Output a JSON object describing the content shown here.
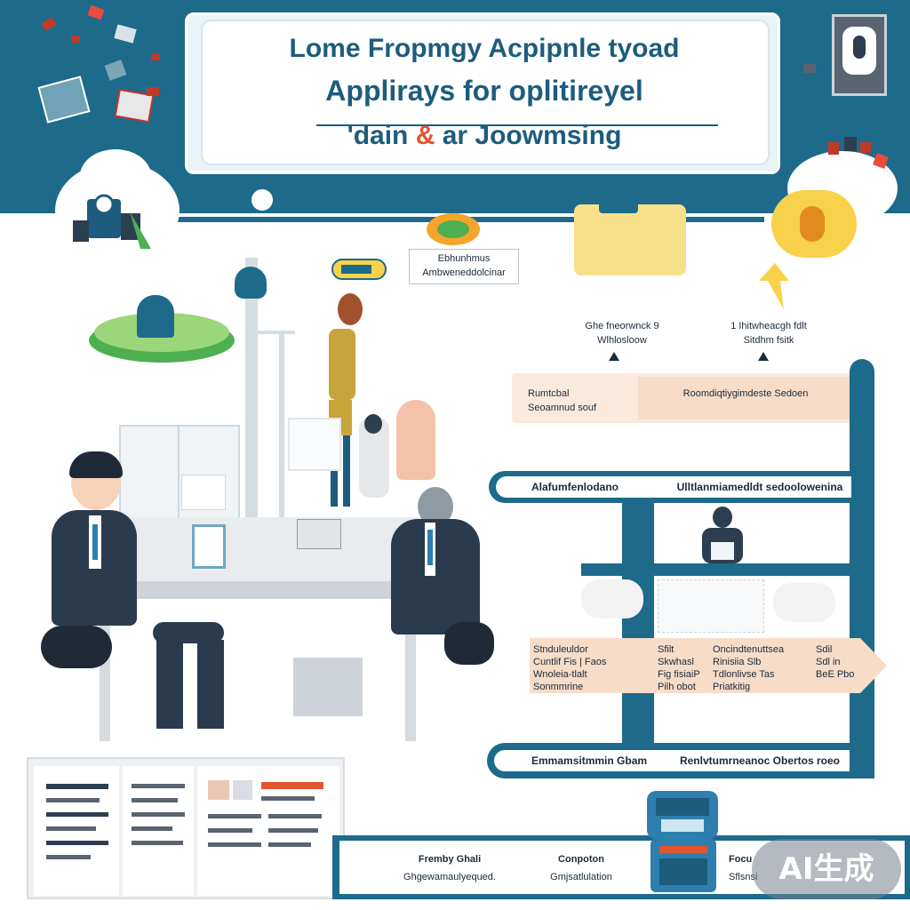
{
  "title": {
    "line1": "Lome Fropmgy Acpipnle tyoad",
    "line2": "Applirays  for oplitireyel",
    "line3_a": "'dain ",
    "line3_accent": "&",
    "line3_b": " ar Joowmsing"
  },
  "callouts": {
    "top_center_line1": "Ebhunhmus",
    "top_center_line2": "Ambweneddolcinar",
    "mid_left_line1": "Ghe fneorwnck 9",
    "mid_left_line2": "Wlhlosloow",
    "mid_right_line1": "1 Ihitwheacgh fdlt",
    "mid_right_line2": "Sitdhm fsitk",
    "peach_left_line1": "Rumtcbal",
    "peach_left_line2": "Seoamnud souf",
    "peach_right": "Roomdiqtiygimdeste Sedoen"
  },
  "flow": {
    "row1_left": "Alafumfenlodano",
    "row1_right": "Ulltlanmiamedldt sedoolowenina",
    "box_a_lines": [
      "Stnduleuldor",
      "Cuntlif Fis | Faos",
      "Wnoleia-tlalt",
      "Sonmmrine"
    ],
    "box_b_lines": [
      "Sfilt",
      "Skwhasl",
      "Fig fisiaiP",
      "Pilh obot"
    ],
    "box_c_lines": [
      "Oncindtenuttsea",
      "Rinisiia Slb",
      "Tdlonlivse Tas",
      "Priatkitig"
    ],
    "box_d_lines": [
      "Sdil",
      "Sdl in",
      "BeE Pbo"
    ],
    "row3_left": "Emmamsitmmin Gbam",
    "row3_right": "Renlvtumrneanoc Obertos roeo"
  },
  "footer": {
    "col1_line1": "Fremby Ghali",
    "col1_line2": "Ghgewamaulyequed.",
    "col2_line1": "Conpoton",
    "col2_line2": "Gmjsatlulation",
    "col3_line1": "Focu",
    "col3_line2": "Sflsnsi"
  },
  "badge": "AI生成",
  "colors": {
    "primary": "#1d6a8a",
    "accent": "#e2542f",
    "peach": "#f7dcc8",
    "yellow": "#f7d24a"
  }
}
